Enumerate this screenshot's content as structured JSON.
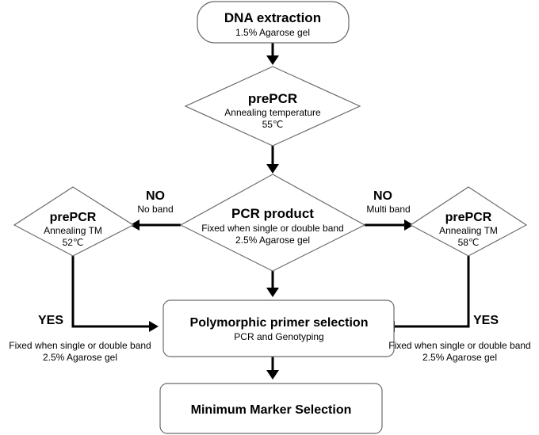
{
  "nodes": {
    "dna_extraction": {
      "title": "DNA extraction",
      "subtitle": "1.5% Agarose gel"
    },
    "pre_pcr_top": {
      "title": "prePCR",
      "line1": "Annealing temperature",
      "line2": "55℃"
    },
    "pcr_product": {
      "title": "PCR product",
      "line1": "Fixed when single or double band",
      "line2": "2.5% Agarose gel"
    },
    "pre_pcr_left": {
      "title": "prePCR",
      "line1": "Annealing TM",
      "line2": "52℃"
    },
    "pre_pcr_right": {
      "title": "prePCR",
      "line1": "Annealing TM",
      "line2": "58℃"
    },
    "polymorphic_selection": {
      "title": "Polymorphic primer selection",
      "subtitle": "PCR and Genotyping"
    },
    "minimum_marker": {
      "title": "Minimum Marker Selection"
    }
  },
  "edges": {
    "left_no": {
      "label": "NO",
      "sublabel": "No band"
    },
    "right_no": {
      "label": "NO",
      "sublabel": "Multi band"
    },
    "left_yes": {
      "label": "YES",
      "note1": "Fixed when single or double band",
      "note2": "2.5% Agarose gel"
    },
    "right_yes": {
      "label": "YES",
      "note1": "Fixed when single or double band",
      "note2": "2.5% Agarose gel"
    }
  },
  "colors": {
    "stroke": "#6b6b6b",
    "line": "#000000",
    "fill": "#ffffff"
  }
}
